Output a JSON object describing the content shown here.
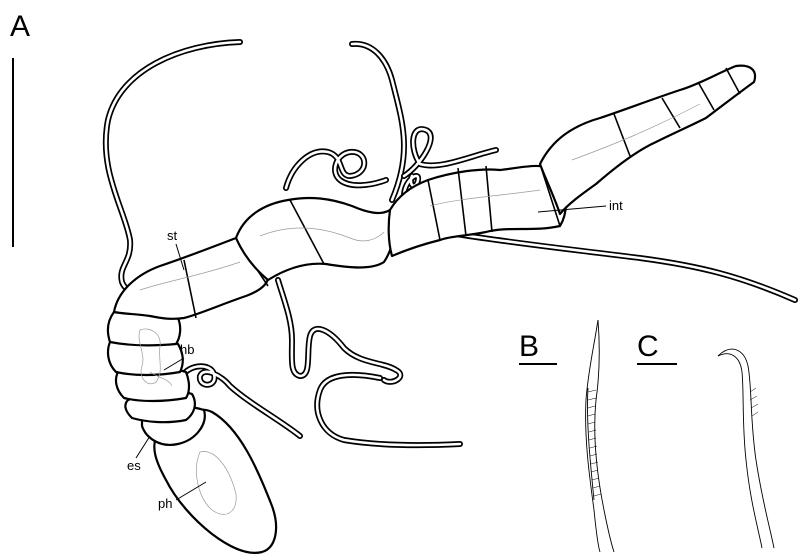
{
  "panels": {
    "a": {
      "letter": "A"
    },
    "b": {
      "letter": "B"
    },
    "c": {
      "letter": "C"
    }
  },
  "labels": {
    "st": "st",
    "hb": "hb",
    "es": "es",
    "ph": "ph",
    "int": "int"
  },
  "colors": {
    "ink": "#000000",
    "background": "#ffffff",
    "internal_detail": "#9a9a9a"
  }
}
